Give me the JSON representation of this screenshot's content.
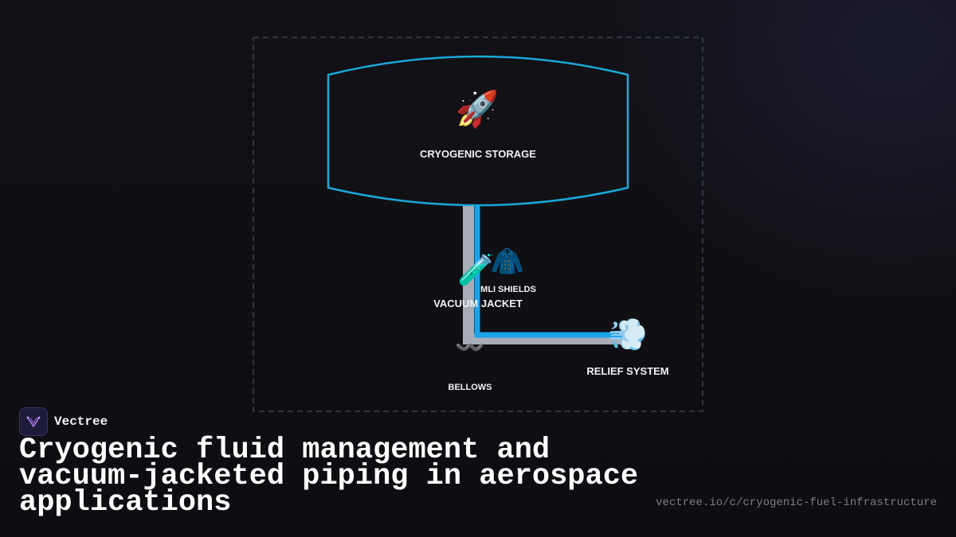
{
  "brand": {
    "name": "Vectree",
    "logo_icon": "vectree-logo-icon"
  },
  "title": "Cryogenic fluid management and vacuum-jacketed piping in aerospace applications",
  "url": "vectree.io/c/cryogenic-fuel-infrastructure",
  "colors": {
    "background": "#111116",
    "tank_outline": "#19a9d8",
    "pipe_inner": "#1aa3e8",
    "pipe_outer": "#a8adb8",
    "frame_dash": "#3a4250",
    "label": "#f2f2f4"
  },
  "diagram": {
    "nodes": [
      {
        "id": "storage",
        "label": "CRYOGENIC STORAGE",
        "icon": "rocket-icon",
        "glyph": "🚀"
      },
      {
        "id": "jacket",
        "label": "VACUUM JACKET",
        "icon": "test-tube-icon",
        "glyph": "🧪"
      },
      {
        "id": "mli",
        "label": "MLI SHIELDS",
        "icon": "coat-icon",
        "glyph": "🧥"
      },
      {
        "id": "bellows",
        "label": "BELLOWS",
        "icon": "wavy-dash-icon",
        "glyph": "〰️"
      },
      {
        "id": "relief",
        "label": "RELIEF SYSTEM",
        "icon": "dash-cloud-icon",
        "glyph": "💨"
      }
    ]
  }
}
